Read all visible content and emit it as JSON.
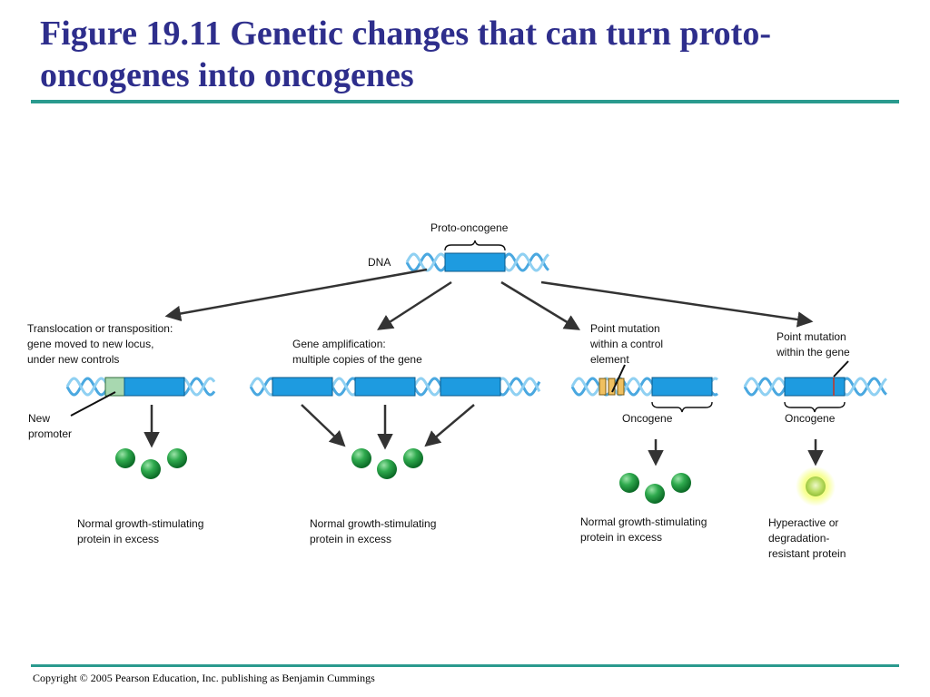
{
  "title": "Figure 19.11 Genetic changes that can turn proto-oncogenes into oncogenes",
  "copyright": "Copyright © 2005 Pearson Education, Inc. publishing as Benjamin Cummings",
  "top": {
    "proto_label": "Proto-oncogene",
    "dna_label": "DNA"
  },
  "paths": [
    {
      "heading": "Translocation or transposition:\ngene moved to new locus,\nunder new controls",
      "side_label": "New\npromoter",
      "result": "Normal growth-stimulating\nprotein in excess"
    },
    {
      "heading": "Gene amplification:\nmultiple copies of the gene",
      "result": "Normal growth-stimulating\nprotein in excess"
    },
    {
      "heading": "Point mutation\nwithin a control\nelement",
      "gene_label": "Oncogene",
      "result": "Normal growth-stimulating\nprotein in excess"
    },
    {
      "heading": "Point mutation\nwithin the gene",
      "gene_label": "Oncogene",
      "result": "Hyperactive or\ndegradation-\nresistant protein"
    }
  ],
  "colors": {
    "title": "#2e2e8c",
    "rule": "#2a9a8e",
    "gene": "#1e9be0",
    "promoter": "#a8d8b0",
    "control": "#f0c060",
    "protein": "#1f9a3a",
    "hyperactive": "#c8e850"
  }
}
